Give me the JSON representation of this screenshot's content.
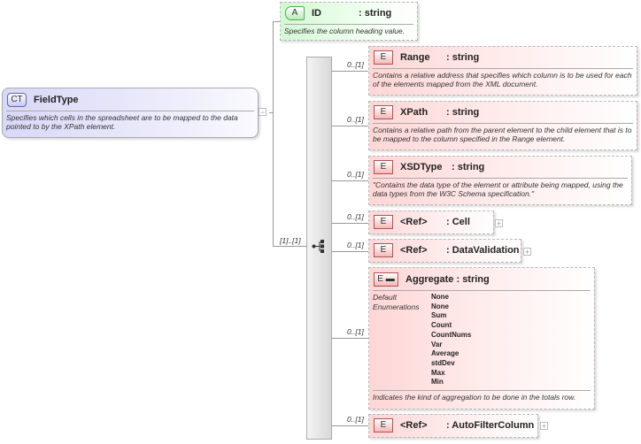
{
  "complex_type": {
    "badge": "CT",
    "name": "FieldType",
    "description": "Specifies which cells in the spreadsheet are to be mapped to the data pointed to by the XPath element.",
    "toggle": "−"
  },
  "attribute": {
    "badge": "A",
    "name": "ID",
    "type": ": string",
    "description": "Specifies the column heading value."
  },
  "sequence": {
    "cardinality": "[1]..[1]"
  },
  "elements": [
    {
      "badge": "E",
      "name": "Range",
      "type": ": string",
      "cardinality": "0..[1]",
      "description": "Contains a relative address that specifies which column is to be used for each of the elements mapped from the XML document."
    },
    {
      "badge": "E",
      "name": "XPath",
      "type": ": string",
      "cardinality": "0..[1]",
      "description": "Contains a relative path from the parent element to the child element that is to be mapped to the column specified in the Range element."
    },
    {
      "badge": "E",
      "name": "XSDType",
      "type": ": string",
      "cardinality": "0..[1]",
      "description": "\"Contains the data type of the element or attribute being mapped, using the data types from the W3C Schema specification.\""
    },
    {
      "badge": "E",
      "name": "<Ref>",
      "type": ": Cell",
      "cardinality": "0..[1]",
      "expand": "+"
    },
    {
      "badge": "E",
      "name": "<Ref>",
      "type": ": DataValidation",
      "cardinality": "0..[1]",
      "expand": "+"
    },
    {
      "badge": "E",
      "name": "Aggregate",
      "type": ": string",
      "cardinality": "0..[1]",
      "default_label": "Default",
      "default_value": "None",
      "enum_label": "Enumerations",
      "enumerations": [
        "None",
        "Sum",
        "Count",
        "CountNums",
        "Var",
        "Average",
        "stdDev",
        "Max",
        "Min"
      ],
      "description": "Indicates the kind of aggregation to be done in the totals row."
    },
    {
      "badge": "E",
      "name": "<Ref>",
      "type": ": AutoFilterColumn",
      "cardinality": "0..[1]",
      "expand": "+"
    }
  ]
}
